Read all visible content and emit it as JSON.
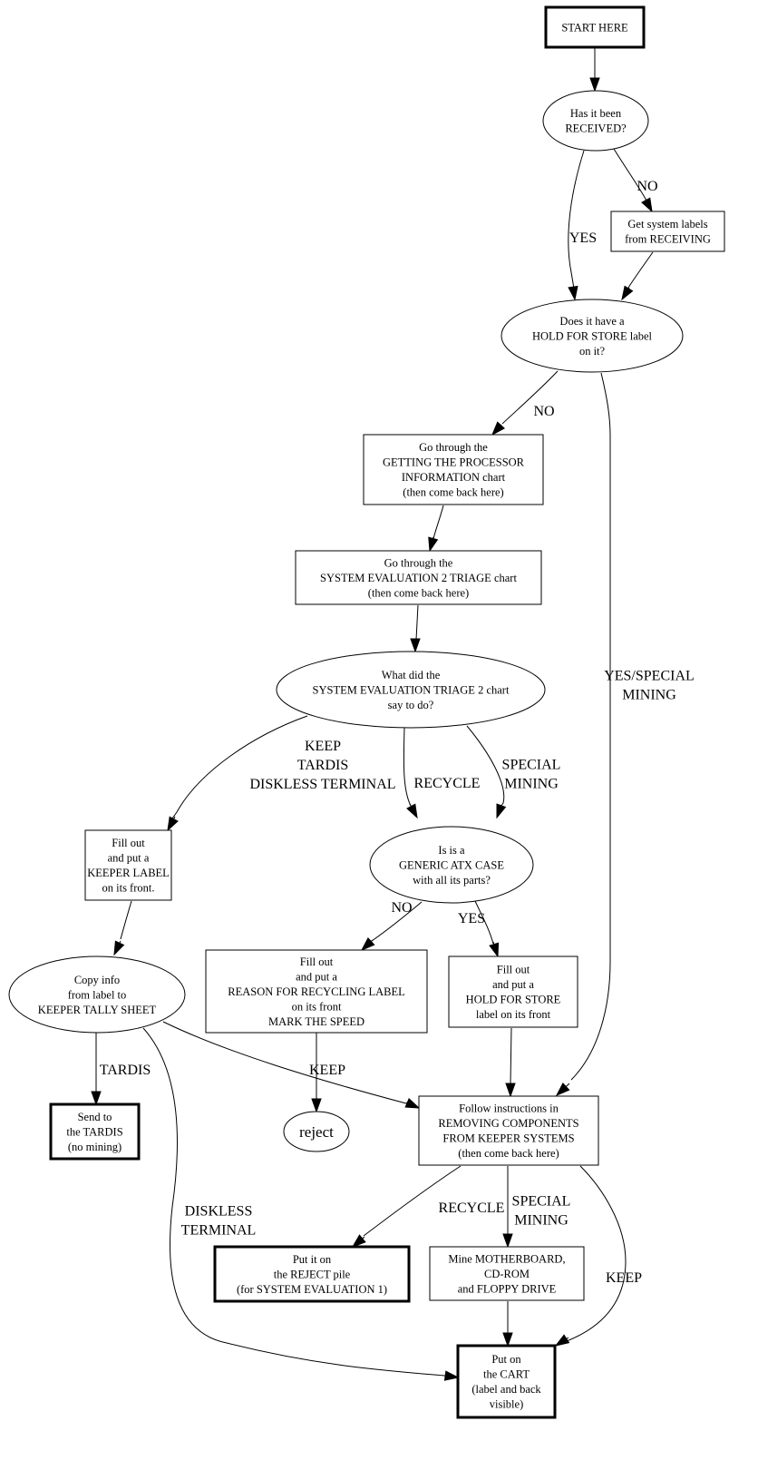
{
  "diagram": {
    "type": "flowchart",
    "nodes": [
      {
        "id": "start",
        "shape": "box",
        "bold": true,
        "lines": [
          "START HERE"
        ]
      },
      {
        "id": "received",
        "shape": "ellipse",
        "lines": [
          "Has it been",
          "RECEIVED?"
        ]
      },
      {
        "id": "get_labels",
        "shape": "box",
        "lines": [
          "Get system labels",
          "from RECEIVING"
        ]
      },
      {
        "id": "hold_for_store_q",
        "shape": "ellipse",
        "lines": [
          "Does it have a",
          "HOLD FOR STORE label",
          "on it?"
        ]
      },
      {
        "id": "processor_chart",
        "shape": "box",
        "lines": [
          "Go through the",
          "GETTING THE PROCESSOR",
          "INFORMATION chart",
          "(then come back here)"
        ]
      },
      {
        "id": "triage_chart",
        "shape": "box",
        "lines": [
          "Go through the",
          "SYSTEM EVALUATION 2 TRIAGE chart",
          "(then come back here)"
        ]
      },
      {
        "id": "triage_result",
        "shape": "ellipse",
        "lines": [
          "What did the",
          "SYSTEM EVALUATION TRIAGE 2 chart",
          "say to do?"
        ]
      },
      {
        "id": "keeper_label",
        "shape": "box",
        "lines": [
          "Fill out",
          "and put a",
          "KEEPER LABEL",
          "on its front."
        ]
      },
      {
        "id": "generic_atx",
        "shape": "ellipse",
        "lines": [
          "Is is a",
          "GENERIC ATX CASE",
          "with all its parts?"
        ]
      },
      {
        "id": "recycling_label",
        "shape": "box",
        "lines": [
          "Fill out",
          "and put a",
          "REASON FOR RECYCLING LABEL",
          "on its front",
          "MARK THE SPEED"
        ]
      },
      {
        "id": "hold_label",
        "shape": "box",
        "lines": [
          "Fill out",
          "and put a",
          "HOLD FOR STORE",
          "label on its front"
        ]
      },
      {
        "id": "copy_info",
        "shape": "ellipse",
        "lines": [
          "Copy info",
          "from label to",
          "KEEPER TALLY SHEET"
        ]
      },
      {
        "id": "tardis",
        "shape": "box",
        "bold": true,
        "lines": [
          "Send to",
          "the TARDIS",
          "(no mining)"
        ]
      },
      {
        "id": "reject",
        "shape": "ellipse",
        "large": true,
        "lines": [
          "reject"
        ]
      },
      {
        "id": "removing",
        "shape": "box",
        "lines": [
          "Follow instructions in",
          "REMOVING COMPONENTS",
          "FROM KEEPER SYSTEMS",
          "(then come back here)"
        ]
      },
      {
        "id": "reject_pile",
        "shape": "box",
        "bold": true,
        "lines": [
          "Put it on",
          "the REJECT pile",
          "(for SYSTEM EVALUATION 1)"
        ]
      },
      {
        "id": "mine",
        "shape": "box",
        "lines": [
          "Mine MOTHERBOARD,",
          "CD-ROM",
          "and FLOPPY DRIVE"
        ]
      },
      {
        "id": "cart",
        "shape": "box",
        "bold": true,
        "lines": [
          "Put on",
          "the CART",
          "(label and back",
          "visible)"
        ]
      }
    ],
    "edges": [
      {
        "from": "start",
        "to": "received",
        "label": []
      },
      {
        "from": "received",
        "to": "hold_for_store_q",
        "label": [
          "YES"
        ]
      },
      {
        "from": "received",
        "to": "get_labels",
        "label": [
          "NO"
        ]
      },
      {
        "from": "get_labels",
        "to": "hold_for_store_q",
        "label": []
      },
      {
        "from": "hold_for_store_q",
        "to": "processor_chart",
        "label": [
          "NO"
        ]
      },
      {
        "from": "hold_for_store_q",
        "to": "removing",
        "label": [
          "YES/SPECIAL",
          "MINING"
        ]
      },
      {
        "from": "processor_chart",
        "to": "triage_chart",
        "label": []
      },
      {
        "from": "triage_chart",
        "to": "triage_result",
        "label": []
      },
      {
        "from": "triage_result",
        "to": "keeper_label",
        "label": [
          "KEEP",
          "TARDIS",
          "DISKLESS TERMINAL"
        ]
      },
      {
        "from": "triage_result",
        "to": "generic_atx",
        "label": [
          "RECYCLE"
        ]
      },
      {
        "from": "triage_result",
        "to": "generic_atx",
        "label": [
          "SPECIAL",
          "MINING"
        ]
      },
      {
        "from": "keeper_label",
        "to": "copy_info",
        "label": []
      },
      {
        "from": "generic_atx",
        "to": "recycling_label",
        "label": [
          "NO"
        ]
      },
      {
        "from": "generic_atx",
        "to": "hold_label",
        "label": [
          "YES"
        ]
      },
      {
        "from": "copy_info",
        "to": "tardis",
        "label": [
          "TARDIS"
        ]
      },
      {
        "from": "copy_info",
        "to": "removing",
        "label": []
      },
      {
        "from": "copy_info",
        "to": "cart",
        "label": [
          "DISKLESS",
          "TERMINAL"
        ]
      },
      {
        "from": "recycling_label",
        "to": "reject",
        "label": [
          "KEEP"
        ]
      },
      {
        "from": "hold_label",
        "to": "removing",
        "label": []
      },
      {
        "from": "removing",
        "to": "reject_pile",
        "label": [
          "RECYCLE"
        ]
      },
      {
        "from": "removing",
        "to": "mine",
        "label": [
          "SPECIAL",
          "MINING"
        ]
      },
      {
        "from": "removing",
        "to": "cart",
        "label": [
          "KEEP"
        ]
      },
      {
        "from": "mine",
        "to": "cart",
        "label": []
      }
    ]
  }
}
